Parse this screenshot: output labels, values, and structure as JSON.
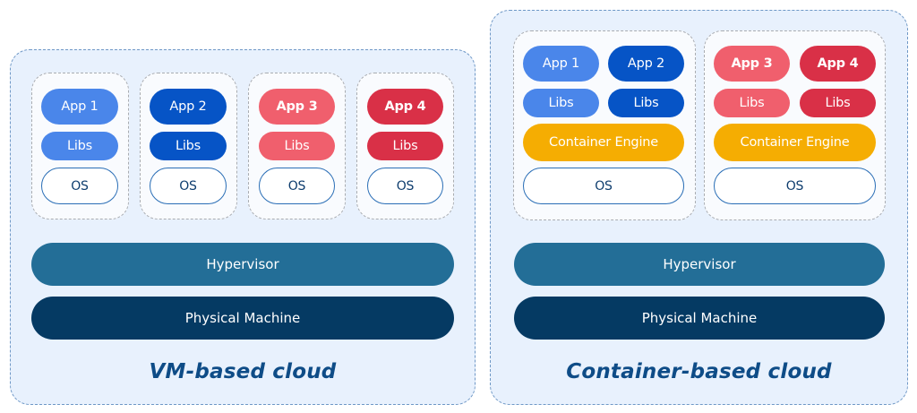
{
  "colors": {
    "app1": "#4a86ea",
    "app2": "#0654c6",
    "app3": "#f05f6d",
    "app4": "#d93047",
    "container_engine": "#f5ad02",
    "hypervisor": "#236e97",
    "physical_machine": "#053a63",
    "os_border": "#2a6eb6",
    "title": "#0e4c87"
  },
  "vm_cloud": {
    "title": "VM-based cloud",
    "vms": [
      {
        "app": "App 1",
        "libs": "Libs",
        "os": "OS"
      },
      {
        "app": "App 2",
        "libs": "Libs",
        "os": "OS"
      },
      {
        "app": "App 3",
        "libs": "Libs",
        "os": "OS"
      },
      {
        "app": "App 4",
        "libs": "Libs",
        "os": "OS"
      }
    ],
    "hypervisor": "Hypervisor",
    "physical_machine": "Physical Machine"
  },
  "container_cloud": {
    "title": "Container-based cloud",
    "hosts": [
      {
        "containers": [
          {
            "app": "App 1",
            "libs": "Libs"
          },
          {
            "app": "App 2",
            "libs": "Libs"
          }
        ],
        "engine": "Container Engine",
        "os": "OS"
      },
      {
        "containers": [
          {
            "app": "App 3",
            "libs": "Libs"
          },
          {
            "app": "App 4",
            "libs": "Libs"
          }
        ],
        "engine": "Container Engine",
        "os": "OS"
      }
    ],
    "hypervisor": "Hypervisor",
    "physical_machine": "Physical Machine"
  }
}
